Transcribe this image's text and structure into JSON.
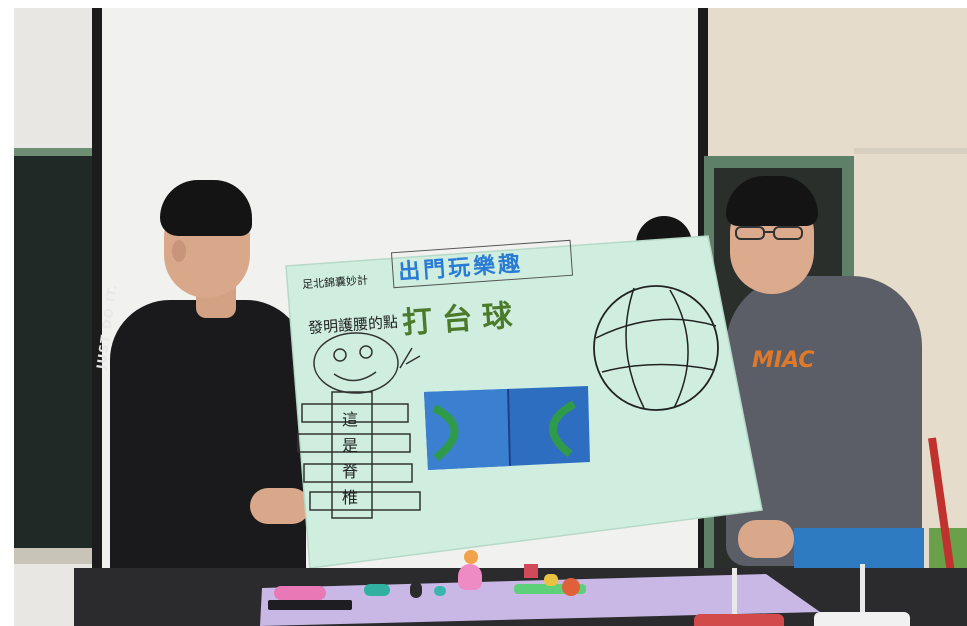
{
  "colors": {
    "wall": "#e9e6e1",
    "wall_right": "#e6dccb",
    "screen": "#f1f1ef",
    "board_dark": "#1f2a26",
    "door_green": "#6e8f74",
    "poster": "#cfeee0",
    "table": "#2b2b2d",
    "tray": "#c9b8e6",
    "shirt_left": "#1a1a1c",
    "hoodie_right": "#5b5e66",
    "pants_right": "#2f7bc2",
    "skin": "#d9a88a",
    "hair": "#141414",
    "red_stick": "#c0322e"
  },
  "poster": {
    "header_small": "足北錦囊妙計",
    "header_title": "出門玩樂趣",
    "subtitle_small": "發明護腰的點",
    "subtitle_main": "打台球",
    "spine_text": [
      "這",
      "是",
      "脊",
      "椎"
    ]
  },
  "clothing": {
    "shirt_left_print": "JUST DO IT.",
    "hoodie_right_print": "MIAC"
  }
}
